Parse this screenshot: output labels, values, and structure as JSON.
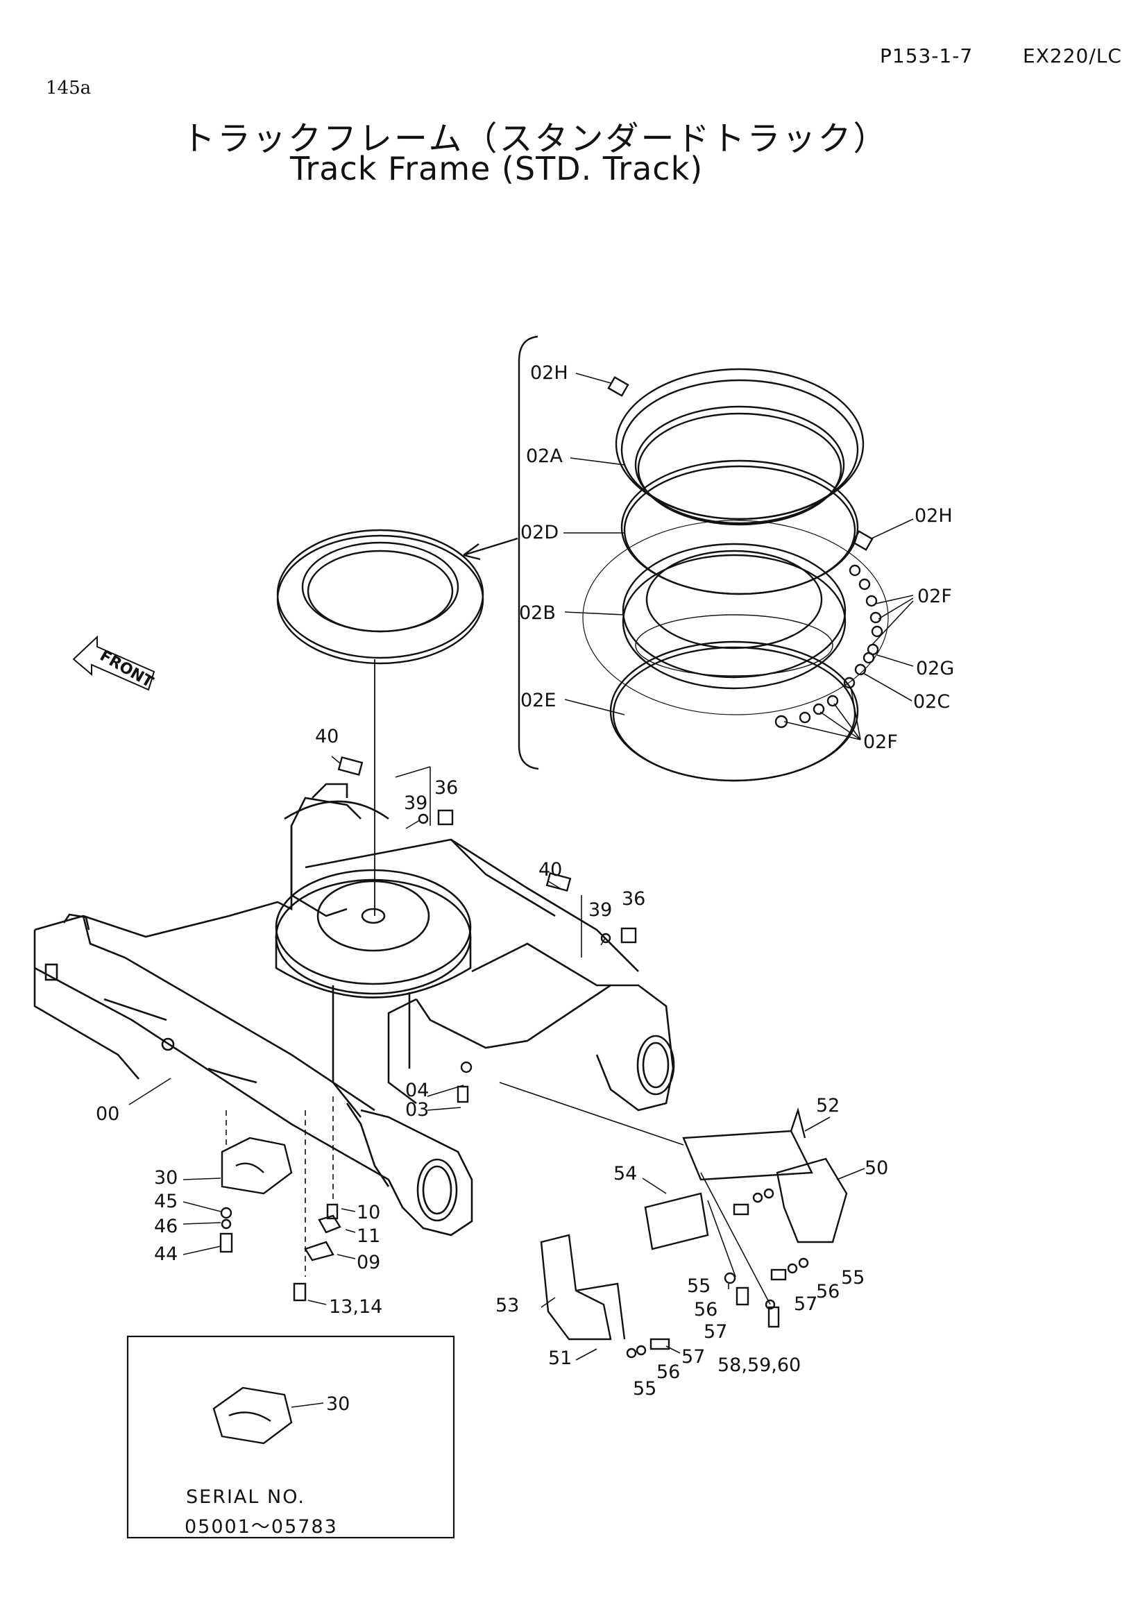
{
  "header": {
    "page_code": "P153-1-7",
    "model": "EX220/LC",
    "page_tag": "145a"
  },
  "title": {
    "japanese": "トラックフレーム（スタンダードトラック）",
    "english": "Track Frame (STD. Track)"
  },
  "direction_marker": "FRONT",
  "callouts": [
    "02H",
    "02A",
    "02D",
    "02B",
    "02E",
    "02H",
    "02F",
    "02G",
    "02C",
    "02F",
    "40",
    "39",
    "36",
    "40",
    "39",
    "36",
    "04",
    "03",
    "00",
    "10",
    "11",
    "09",
    "13,14",
    "30",
    "45",
    "46",
    "44",
    "52",
    "54",
    "50",
    "55",
    "56",
    "57",
    "55",
    "56",
    "57",
    "53",
    "51",
    "57",
    "56",
    "55",
    "58,59,60"
  ],
  "inset": {
    "part_label": "30",
    "serial_label": "SERIAL  NO.",
    "serial_range": "05001～05783"
  }
}
